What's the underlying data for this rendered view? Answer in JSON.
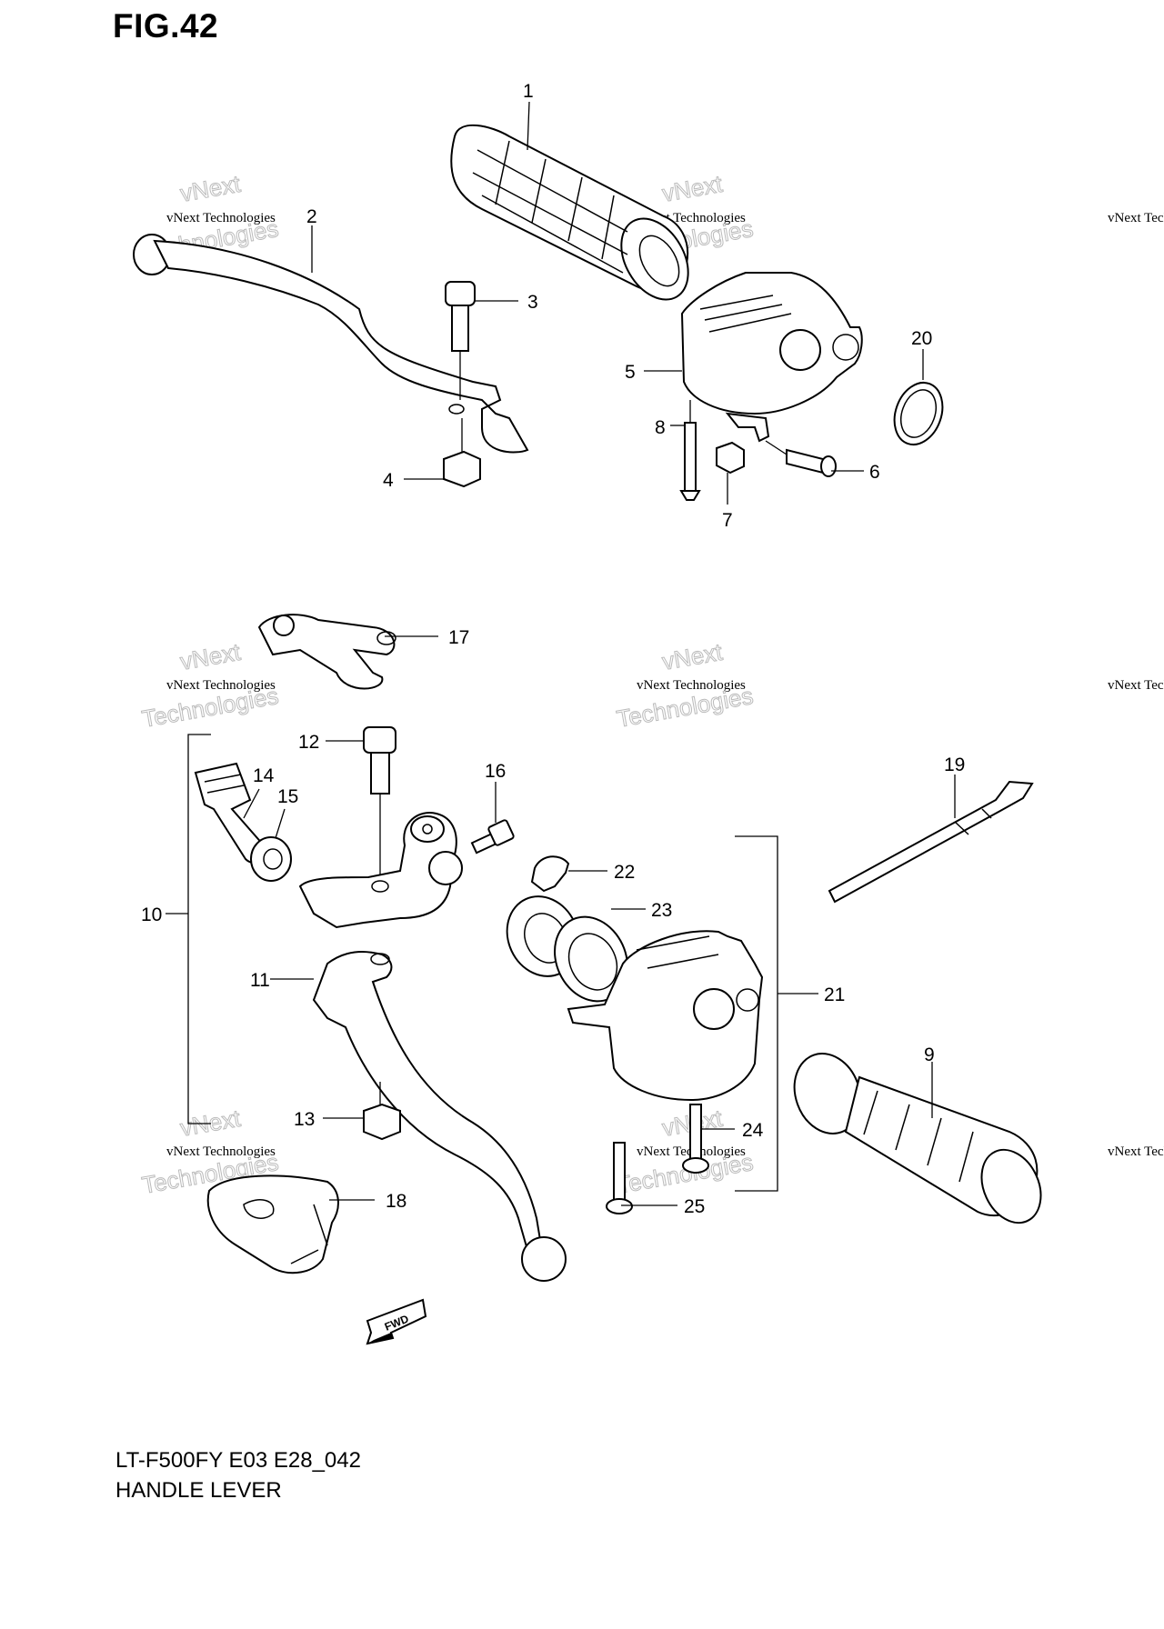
{
  "figure": {
    "title": "FIG.42"
  },
  "watermark": {
    "line1": "vNext Technologies",
    "line2": "vNext",
    "line3": "Technologies"
  },
  "callouts": [
    "1",
    "2",
    "3",
    "4",
    "5",
    "6",
    "7",
    "8",
    "9",
    "10",
    "11",
    "12",
    "13",
    "14",
    "15",
    "16",
    "17",
    "18",
    "19",
    "20",
    "21",
    "22",
    "23",
    "24",
    "25"
  ],
  "fwd_label": "FWD",
  "footer": {
    "model_code": "LT-F500FY E03 E28_042",
    "section_name": "HANDLE LEVER"
  }
}
